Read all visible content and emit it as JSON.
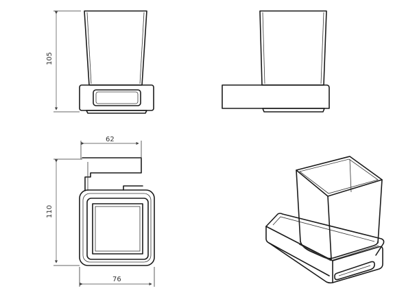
{
  "dimensions": {
    "height_upper": "105",
    "width_top": "62",
    "height_lower": "110",
    "width_bottom": "76"
  }
}
